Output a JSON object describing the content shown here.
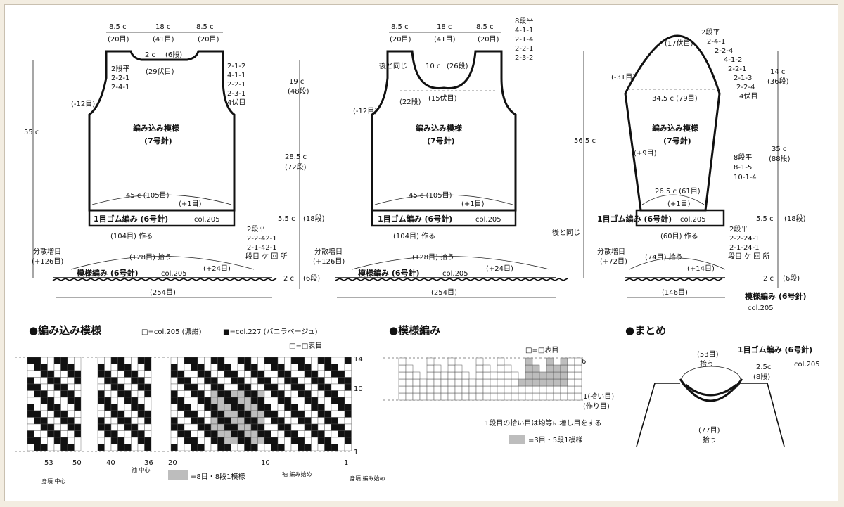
{
  "front": {
    "top_dims": [
      "8.5 c",
      "18 c",
      "8.5 c"
    ],
    "top_counts": [
      "(20目)",
      "(41目)",
      "(20目)"
    ],
    "neck_depth": "2 c",
    "neck_rows": "(6段)",
    "neck_bind": "(29伏目)",
    "neck_dec": [
      "2段平",
      "2-2-1",
      "2-4-1"
    ],
    "shoulder_dec": [
      "2-1-2",
      "4-1-1",
      "2-2-1",
      "2-3-1",
      "4伏目"
    ],
    "side_dec": "(-12目)",
    "total_len": "55 c",
    "body_len": "19 c",
    "body_len_rows": "(48段)",
    "body_len2": "28.5 c",
    "body_len2_rows": "(72段)",
    "pattern_name": "編み込み模様",
    "needle7": "(7号針)",
    "width": "45 c (105目)",
    "plus1": "(+1目)",
    "rib_label": "1目ゴム編み (6号針)",
    "color": "col.205",
    "rib_len": "5.5 c",
    "rib_rows": "(18段)",
    "cast_on": "(104目) 作る",
    "inc_rows": [
      "2段平",
      "2-2-42-1",
      "2-1-42-1"
    ],
    "inc_note": "段目 ケ 回 所",
    "spread_inc": "分散増目",
    "spread_count": "(+126目)",
    "pickup": "(128目) 拾う",
    "lace_label": "模様編み (6号針)",
    "plus24": "(+24目)",
    "hem_len": "2 c",
    "hem_rows": "(6段)",
    "hem_width": "(254目)"
  },
  "back": {
    "top_dims": [
      "8.5 c",
      "18 c",
      "8.5 c"
    ],
    "top_counts": [
      "(20目)",
      "(41目)",
      "(20目)"
    ],
    "neck": "10 c",
    "neck_rows": "(26段)",
    "neck_dec": [
      "8段平",
      "4-1-1",
      "2-1-4",
      "2-2-1",
      "2-3-2"
    ],
    "same_as_back": "後と同じ",
    "rows22": "(22段)",
    "bind15": "(15伏目)",
    "side_dec": "(-12目)",
    "pattern_name": "編み込み模様",
    "needle7": "(7号針)",
    "width": "45 c (105目)",
    "plus1": "(+1目)",
    "rib_label": "1目ゴム編み (6号針)",
    "color": "col.205",
    "cast_on": "(104目) 作る",
    "spread_inc": "分散増目",
    "spread_count": "(+126目)",
    "pickup": "(128目) 拾う",
    "lace_label": "模様編み (6号針)",
    "plus24": "(+24目)",
    "hem_width": "(254目)"
  },
  "sleeve": {
    "bind17": "(17伏目)",
    "cap_dec": [
      "2段平",
      "2-4-1",
      "2-2-4",
      "4-1-2",
      "2-2-1",
      "2-1-3",
      "2-2-4",
      "4伏目"
    ],
    "minus31": "(-31目)",
    "cap_width": "34.5 c (79目)",
    "total_len": "56.5 c",
    "cap_len": "14 c",
    "cap_rows": "(36段)",
    "pattern_name": "編み込み模様",
    "needle7": "(7号針)",
    "plus9": "(+9目)",
    "sleeve_len": "35 c",
    "sleeve_rows": "(88段)",
    "sleeve_inc": [
      "8段平",
      "8-1-5",
      "10-1-4"
    ],
    "width": "26.5 c (61目)",
    "plus1": "(+1目)",
    "rib_label": "1目ゴム編み (6号針)",
    "color": "col.205",
    "rib_len": "5.5 c",
    "rib_rows": "(18段)",
    "cast_on": "(60目) 作る",
    "inc_rows": [
      "2段平",
      "2-2-24-1",
      "2-1-24-1"
    ],
    "inc_note": "段目 ケ 回 所",
    "spread_inc": "分散増目",
    "spread_count": "(+72目)",
    "pickup": "(74目) 拾う",
    "plus14": "(+14目)",
    "hem_len": "2 c",
    "hem_rows": "(6段)",
    "hem_width": "(146目)",
    "lace_label": "模様編み (6号針)",
    "lace_color": "col.205"
  },
  "colorwork": {
    "title": "●編み込み模様",
    "legend_white": "□=col.205 (濃紺)",
    "legend_black": "■=col.227 (バニラベージュ)",
    "legend_knit": "□=□表目",
    "rows_14": "14",
    "rows_10": "10",
    "rows_1": "1",
    "num_53": "53",
    "num_50": "50",
    "num_40": "40",
    "num_36": "36",
    "num_20": "20",
    "num_10": "10",
    "num_1": "1",
    "label_body_center": "身頃 中心",
    "label_sleeve_center": "袖 中心",
    "label_sleeve_start": "袖 編み始め",
    "label_body_start": "身頃 編み始め",
    "repeat_note": "=8目・8段1模様"
  },
  "lace": {
    "title": "●模様編み",
    "legend_knit": "□=□表目",
    "row6": "6",
    "row1a": "1(拾い目)",
    "row1b": "(作り目)",
    "note": "1段目の拾い目は均等に増し目をする",
    "repeat_note": "=3目・5段1模様"
  },
  "finish": {
    "title": "●まとめ",
    "rib_label": "1目ゴム編み (6号針)",
    "color": "col.205",
    "pick53": "(53目)",
    "pick53b": "拾う",
    "len": "2.5c",
    "rows": "(8段)",
    "pick77": "(77目)",
    "pick77b": "拾う"
  },
  "colors": {
    "black": "#111111",
    "gray": "#bdbdbd",
    "paper": "#ffffff",
    "frame": "#f3ede1"
  },
  "colorwork_chart_rows": [
    "00110011001100110011",
    "10011001100110011001",
    "11001100110011001100",
    "01100110011001100110",
    "00110011001100110011",
    "10011001100110011001",
    "11001100110011001100",
    "01100110011001100110",
    "00110011001100110011",
    "10011001100110011001",
    "11001100110011001100",
    "01100110011001100110",
    "00110011001100110011",
    "10011001100110011001"
  ]
}
